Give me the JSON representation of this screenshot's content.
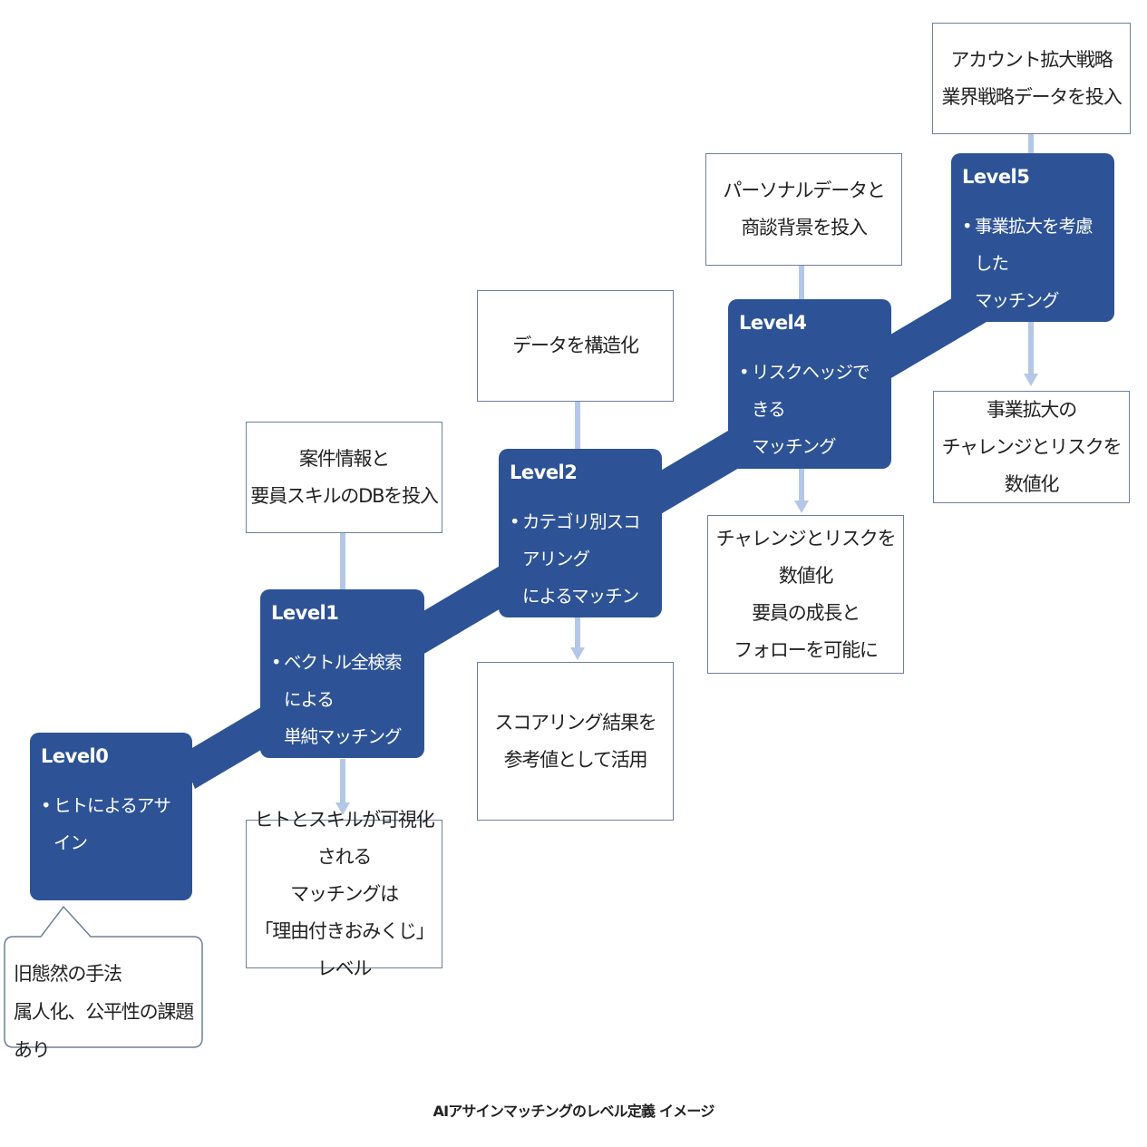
{
  "levels": [
    {
      "title": "Level0",
      "items": [
        "ヒトによるアサイン"
      ]
    },
    {
      "title": "Level1",
      "items": [
        "ベクトル全検索による\n単純マッチング"
      ]
    },
    {
      "title": "Level2",
      "items": [
        "カテゴリ別スコアリング\nによるマッチング"
      ]
    },
    {
      "title": "Level4",
      "items": [
        "リスクヘッジできる\nマッチング"
      ]
    },
    {
      "title": "Level5",
      "items": [
        "事業拡大を考慮した\nマッチング"
      ]
    }
  ],
  "inputs": {
    "level1": "案件情報と\n要員スキルのDBを投入",
    "level2": "データを構造化",
    "level4": "パーソナルデータと\n商談背景を投入",
    "level5": "アカウント拡大戦略\n業界戦略データを投入"
  },
  "outputs": {
    "level1": "ヒトとスキルが可視化される\nマッチングは\n「理由付きおみくじ」レベル",
    "level2": "スコアリング結果を\n参考値として活用",
    "level4": "チャレンジとリスクを数値化\n要員の成長と\nフォローを可能に",
    "level5": "事業拡大の\nチャレンジとリスクを数値化"
  },
  "callout": "旧態然の手法\n属人化、公平性の課題あり",
  "caption": "AIアサインマッチングのレベル定義 イメージ",
  "bullet_symbol": "•",
  "colors": {
    "level_fill": "#2d5396",
    "staircase": "#2d5396",
    "connector": "#b4c7e7",
    "box_border": "#6e7f9c"
  }
}
